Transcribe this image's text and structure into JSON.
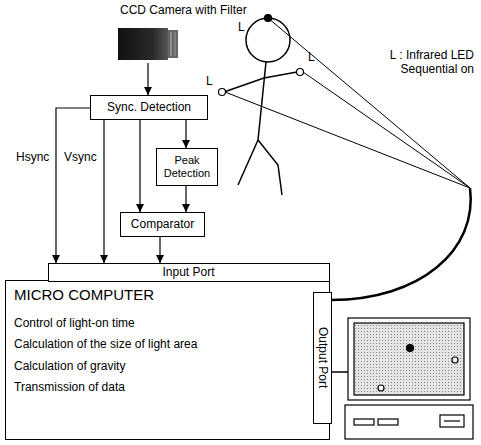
{
  "diagram": {
    "nodes": [
      {
        "text": [
          "CCD Camera with Filter"
        ]
      },
      {
        "text": [
          "Sync. Detection"
        ]
      },
      {
        "text": [
          "Peak Detection"
        ]
      },
      {
        "text": [
          "Comparator"
        ]
      },
      {
        "text": [
          "MICRO COMPUTER",
          "Control of light-on time",
          "Calculation of the size of light area",
          "Calculation of gravity",
          "Transmission of data"
        ]
      },
      {
        "text": [
          "Input Port"
        ],
        "in": 4
      },
      {
        "text": [
          "Output Port"
        ],
        "in": 4
      }
    ],
    "edges": [
      {
        "from": 0,
        "to": 1,
        "arrow": "to"
      },
      {
        "from": 1,
        "to": 5,
        "label": "Hsync",
        "arrow": "to"
      },
      {
        "from": 1,
        "to": 5,
        "label": "Vsync",
        "arrow": "to"
      },
      {
        "from": 1,
        "to": 3,
        "arrow": "to"
      },
      {
        "from": 1,
        "to": 2,
        "arrow": "to"
      },
      {
        "from": 2,
        "to": 3,
        "arrow": "to"
      },
      {
        "from": 3,
        "to": 5,
        "arrow": "to"
      }
    ],
    "labels": [
      "L",
      "L",
      "L",
      "L : Infrared LED Sequential on"
    ]
  }
}
